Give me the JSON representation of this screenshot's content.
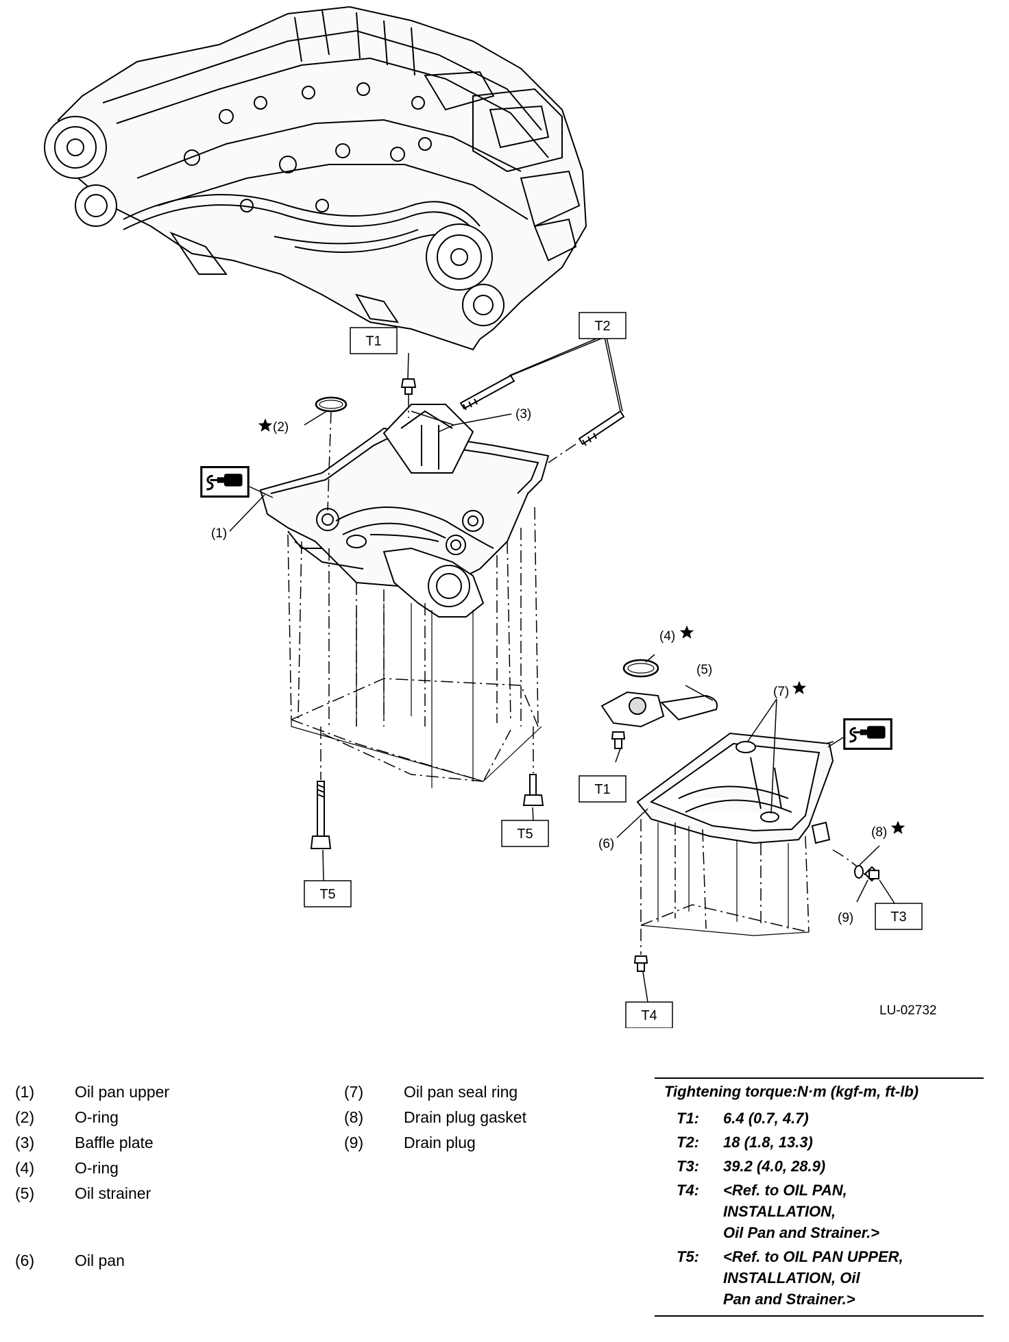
{
  "diagram": {
    "drawing_code": "LU-02732",
    "torque_callouts": [
      "T1",
      "T2",
      "T1",
      "T5",
      "T5",
      "T3",
      "T4"
    ],
    "part_callouts": {
      "p1": "(1)",
      "p2": "(2)",
      "p3": "(3)",
      "p4": "(4)",
      "p5": "(5)",
      "p6": "(6)",
      "p7": "(7)",
      "p8": "(8)",
      "p9": "(9)"
    },
    "icons": [
      "sealant-tube-icon",
      "star-icon"
    ]
  },
  "legend": {
    "col1": [
      {
        "num": "(1)",
        "text": "Oil pan upper"
      },
      {
        "num": "(2)",
        "text": "O-ring"
      },
      {
        "num": "(3)",
        "text": "Baffle plate"
      },
      {
        "num": "(4)",
        "text": "O-ring"
      },
      {
        "num": "(5)",
        "text": "Oil strainer"
      },
      {
        "num": "(6)",
        "text": "Oil pan"
      }
    ],
    "col2": [
      {
        "num": "(7)",
        "text": "Oil pan seal ring"
      },
      {
        "num": "(8)",
        "text": "Drain plug gasket"
      },
      {
        "num": "(9)",
        "text": "Drain plug"
      }
    ]
  },
  "torque": {
    "title": "Tightening torque:N·m (kgf-m, ft-lb)",
    "rows": [
      {
        "code": "T1:",
        "lines": [
          "6.4 (0.7, 4.7)"
        ]
      },
      {
        "code": "T2:",
        "lines": [
          "18 (1.8, 13.3)"
        ]
      },
      {
        "code": "T3:",
        "lines": [
          "39.2 (4.0, 28.9)"
        ]
      },
      {
        "code": "T4:",
        "lines": [
          "<Ref. to OIL PAN,",
          "INSTALLATION,",
          "Oil Pan and Strainer.>"
        ]
      },
      {
        "code": "T5:",
        "lines": [
          "<Ref. to OIL PAN UPPER,",
          "INSTALLATION, Oil",
          "Pan and Strainer.>"
        ]
      }
    ]
  }
}
